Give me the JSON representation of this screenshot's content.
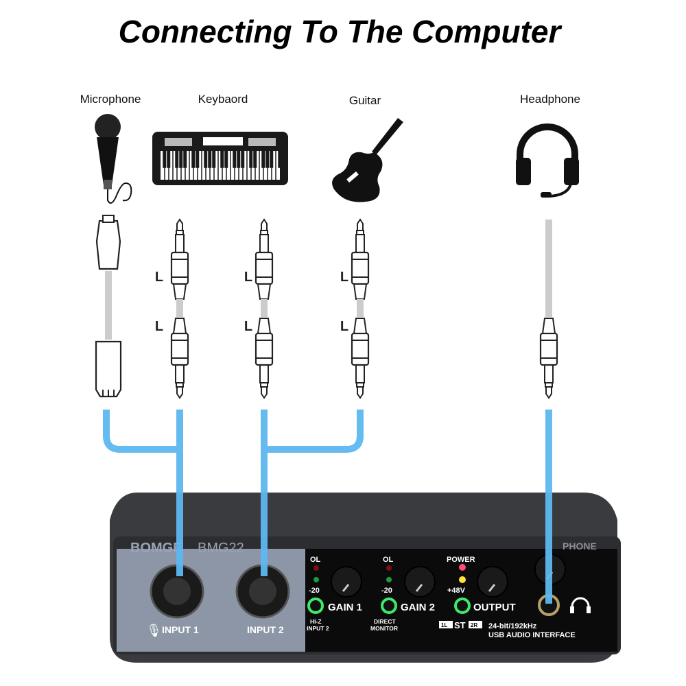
{
  "title": "Connecting To The Computer",
  "sources": [
    {
      "label": "Microphone",
      "icon": "microphone-icon"
    },
    {
      "label": "Keybaord",
      "icon": "keyboard-icon"
    },
    {
      "label": "Guitar",
      "icon": "guitar-icon"
    },
    {
      "label": "Headphone",
      "icon": "headphone-icon"
    }
  ],
  "plug_label": "L",
  "colors": {
    "connector_line": "#5db8f0",
    "device_body": "#3a3b3f",
    "input_panel": "#8d96a6",
    "led_green_ring": "#3ee86a"
  },
  "device": {
    "brand": "BOMGE",
    "model": "BMG22",
    "input1": "INPUT 1",
    "input2": "INPUT 2",
    "ol1": "OL",
    "minus20_1": "-20",
    "gain1": "GAIN 1",
    "hiz": "HI-Z",
    "hiz2": "INPUT 2",
    "ol2": "OL",
    "minus20_2": "-20",
    "gain2": "GAIN 2",
    "dm1": "DIRECT",
    "dm2": "MONITOR",
    "power": "POWER",
    "phantom": "+48V",
    "output": "OUTPUT",
    "phone": "PHONE",
    "st_l": "1L",
    "st": "ST",
    "st_r": "2R",
    "spec1": "24-bit/192kHz",
    "spec2": "USB AUDIO INTERFACE"
  }
}
